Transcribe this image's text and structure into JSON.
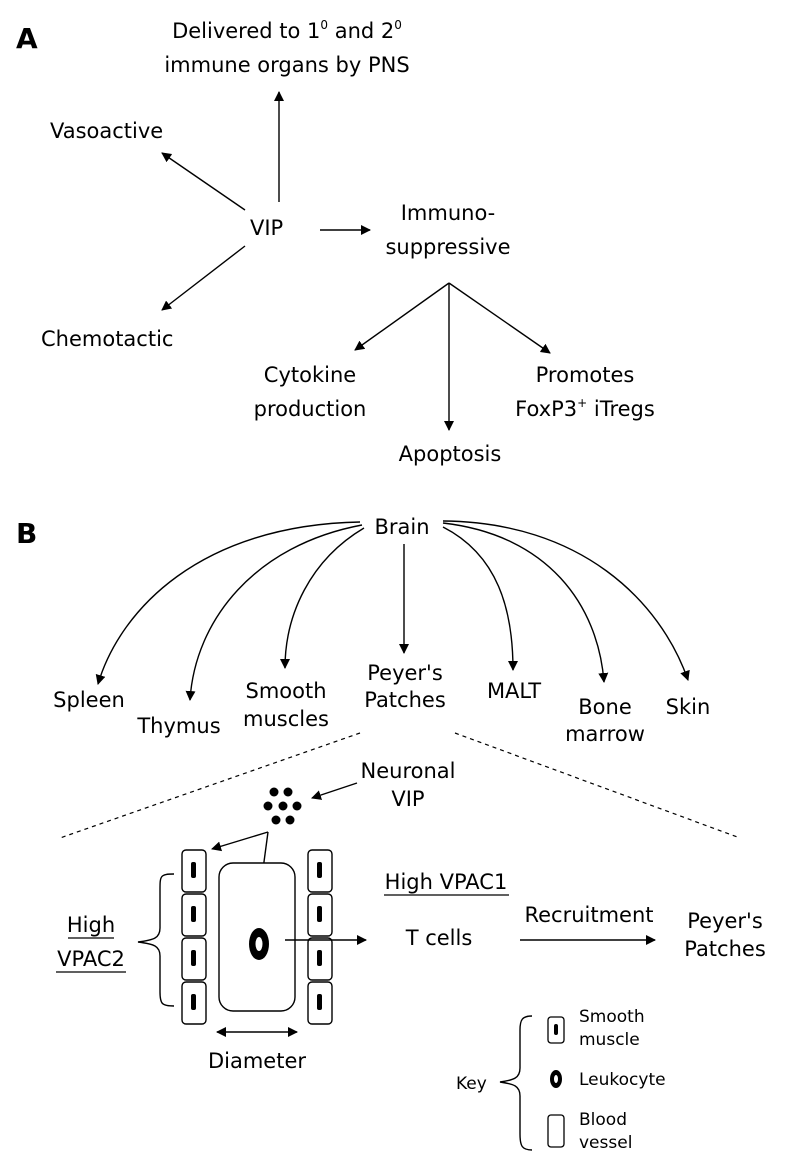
{
  "panel_a": {
    "label": "A",
    "center": "VIP",
    "delivered_line1_pre": "Delivered to 1",
    "delivered_sup1": "0",
    "delivered_mid": " and 2",
    "delivered_sup2": "0",
    "delivered_line2": "immune organs by PNS",
    "vasoactive": "Vasoactive",
    "chemotactic": "Chemotactic",
    "immuno_line1": "Immuno-",
    "immuno_line2": "suppressive",
    "cytokine_line1": "Cytokine",
    "cytokine_line2": "production",
    "apoptosis": "Apoptosis",
    "promotes_line1": "Promotes",
    "promotes_line2_pre": "FoxP3",
    "promotes_sup": "+",
    "promotes_line2_post": " iTregs"
  },
  "panel_b": {
    "label": "B",
    "brain": "Brain",
    "targets": {
      "spleen": "Spleen",
      "thymus": "Thymus",
      "smooth_line1": "Smooth",
      "smooth_line2": "muscles",
      "peyers_line1": "Peyer's",
      "peyers_line2": "Patches",
      "malt": "MALT",
      "bone_line1": "Bone",
      "bone_line2": "marrow",
      "skin": "Skin"
    },
    "neuronal_line1": "Neuronal",
    "neuronal_line2": "VIP",
    "high_vpac2_line1": "High",
    "high_vpac2_line2": "VPAC2",
    "high_vpac1": "High VPAC1",
    "t_cells": "T cells",
    "recruitment": "Recruitment",
    "peyers_dest_line1": "Peyer's",
    "peyers_dest_line2": "Patches",
    "diameter": "Diameter",
    "key": {
      "title": "Key",
      "smooth_line1": "Smooth",
      "smooth_line2": "muscle",
      "leukocyte": "Leukocyte",
      "blood_line1": "Blood",
      "blood_line2": "vessel"
    }
  }
}
